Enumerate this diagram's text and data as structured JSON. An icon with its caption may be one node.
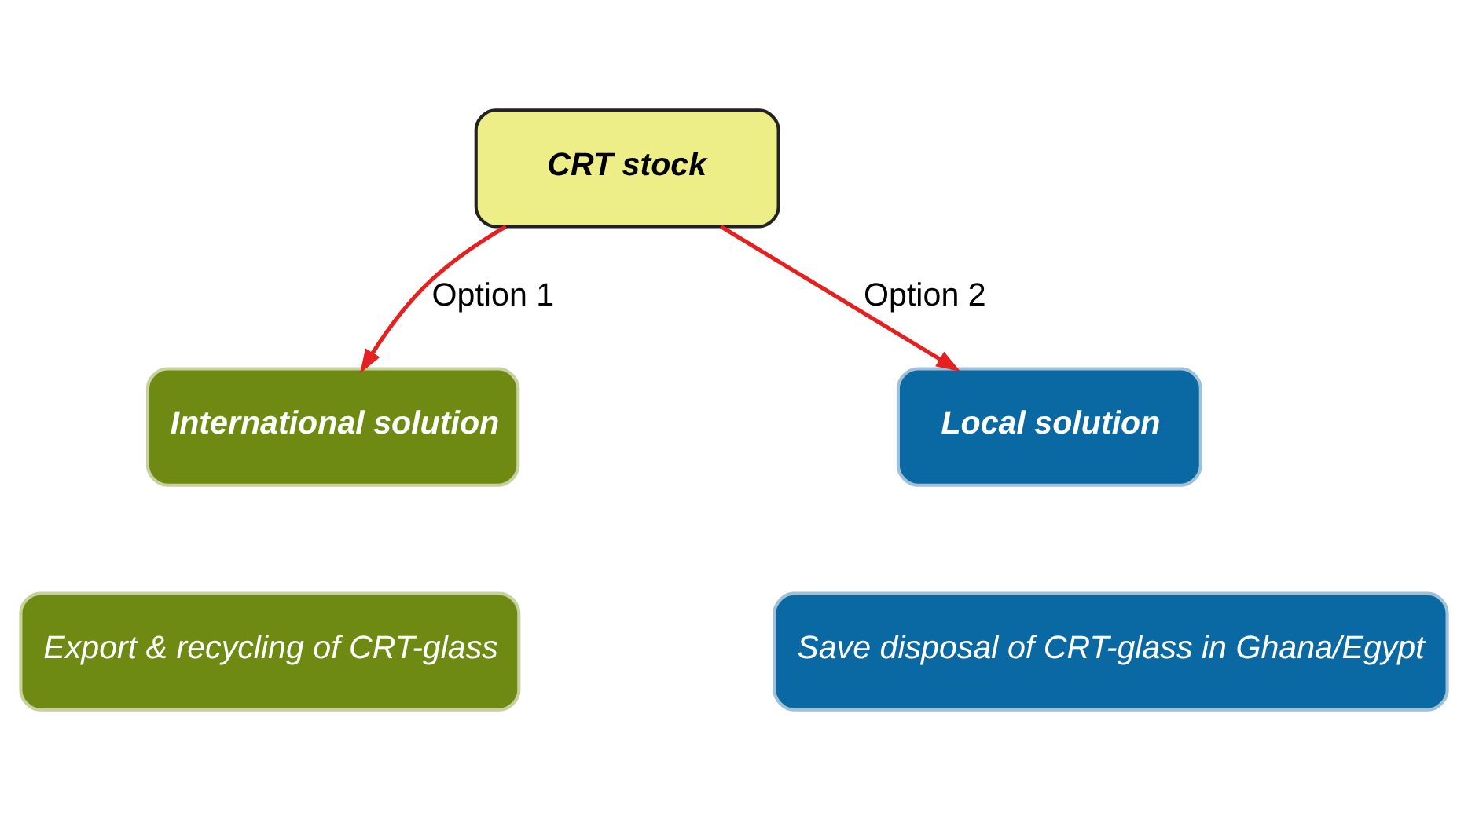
{
  "diagram": {
    "nodes": [
      {
        "text": [
          "CRT stock"
        ]
      },
      {
        "text": [
          "International solution"
        ]
      },
      {
        "text": [
          "Export & recycling of CRT-glass"
        ]
      },
      {
        "text": [
          "Local solution"
        ]
      },
      {
        "text": [
          "Save disposal of CRT-glass in Ghana/Egypt"
        ]
      }
    ],
    "edges": [
      {
        "from": 0,
        "to": 1,
        "arrow": "to",
        "label": "Option 1"
      },
      {
        "from": 0,
        "to": 3,
        "arrow": "to",
        "label": "Option 2"
      }
    ]
  }
}
